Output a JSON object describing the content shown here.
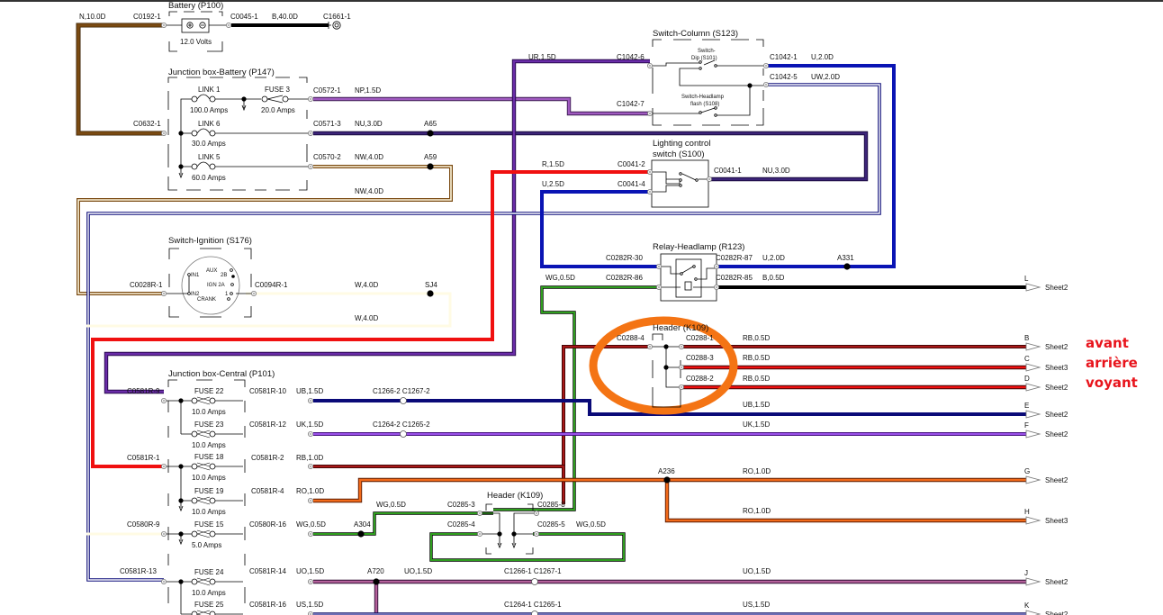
{
  "diagram": {
    "colors": {
      "brown": "#7a4a12",
      "black": "#000000",
      "purple_np": "#a05ac0",
      "navy_nu": "#2a1660",
      "tan_nw": "#8a6420",
      "red": "#f01010",
      "blue": "#0a14b4",
      "navy": "#0a0a78",
      "green": "#2e9e1e",
      "dark_red": "#8c1414",
      "violet_uk": "#9a50e8",
      "orange": "#f26a1a",
      "pink_uo": "#b4609a",
      "lavender_us": "#9090d0",
      "highlight": "#f47414",
      "annotation": "#e8141c"
    },
    "components": {
      "battery": {
        "title": "Battery (P100)",
        "voltage": "12.0 Volts",
        "plus": "+",
        "minus": "−"
      },
      "jb_battery": {
        "title": "Junction box-Battery (P147)",
        "link1": "LINK 1",
        "link1_amps": "100.0 Amps",
        "fuse3": "FUSE 3",
        "fuse3_amps": "20.0 Amps",
        "link6": "LINK 6",
        "link6_amps": "30.0 Amps",
        "link5": "LINK 5",
        "link5_amps": "60.0 Amps"
      },
      "ignition": {
        "title": "Switch-Ignition (S176)",
        "aux": "AUX",
        "in1": "IN1",
        "b2": "2B",
        "ign2a": "IGN 2A",
        "in2": "IN2",
        "one": "1",
        "crank": "CRANK"
      },
      "switch_column": {
        "title": "Switch-Column (S123)",
        "dip_line1": "Switch-",
        "dip_line2": "Dip (S101)",
        "flash_line1": "Switch-Headlamp",
        "flash_line2": "flash (S108)"
      },
      "lighting": {
        "title_line1": "Lighting control",
        "title_line2": "switch (S100)"
      },
      "relay": {
        "title": "Relay-Headlamp (R123)"
      },
      "header_top": {
        "title": "Header (K109)"
      },
      "header_bottom": {
        "title": "Header (K109)"
      },
      "jb_central": {
        "title": "Junction box-Central (P101)",
        "fuses": [
          {
            "name": "FUSE 22",
            "amps": "10.0 Amps"
          },
          {
            "name": "FUSE 23",
            "amps": "10.0 Amps"
          },
          {
            "name": "FUSE 18",
            "amps": "10.0 Amps"
          },
          {
            "name": "FUSE 19",
            "amps": "10.0 Amps"
          },
          {
            "name": "FUSE 15",
            "amps": "5.0 Amps"
          },
          {
            "name": "FUSE 24",
            "amps": "10.0 Amps"
          },
          {
            "name": "FUSE 25",
            "amps": ""
          }
        ]
      }
    },
    "connectors": {
      "c0192_1": "C0192-1",
      "c0045_1": "C0045-1",
      "c1661_1": "C1661-1",
      "c0632_1": "C0632-1",
      "c0572_1": "C0572-1",
      "c0571_3": "C0571-3",
      "c0570_2": "C0570-2",
      "c0028r_1": "C0028R-1",
      "c0094r_1": "C0094R-1",
      "c1042_6": "C1042-6",
      "c1042_7": "C1042-7",
      "c1042_1": "C1042-1",
      "c1042_5": "C1042-5",
      "c0041_2": "C0041-2",
      "c0041_4": "C0041-4",
      "c0041_1": "C0041-1",
      "c0282r_30": "C0282R-30",
      "c0282r_86": "C0282R-86",
      "c0282r_87": "C0282R-87",
      "c0282r_85": "C0282R-85",
      "c0288_4": "C0288-4",
      "c0288_1": "C0288-1",
      "c0288_3": "C0288-3",
      "c0288_2": "C0288-2",
      "c0581r_9": "C0581R-9",
      "c0581r_10": "C0581R-10",
      "c0581r_12": "C0581R-12",
      "c0581r_1": "C0581R-1",
      "c0581r_2": "C0581R-2",
      "c0581r_4": "C0581R-4",
      "c0580r_9": "C0580R-9",
      "c0580r_16": "C0580R-16",
      "c0581r_13": "C0581R-13",
      "c0581r_14": "C0581R-14",
      "c0581r_16": "C0581R-16",
      "c1266_2": "C1266-2 C1267-2",
      "c1264_2": "C1264-2 C1265-2",
      "c1266_1": "C1266-1 C1267-1",
      "c1264_1": "C1264-1 C1265-1",
      "c0285_3": "C0285-3",
      "c0285_4": "C0285-4",
      "c0285_8": "C0285-8",
      "c0285_5": "C0285-5"
    },
    "wires": {
      "n_10": "N,10.0D",
      "b_40": "B,40.0D",
      "np_15": "NP,1.5D",
      "nu_30": "NU,3.0D",
      "nw_40": "NW,4.0D",
      "ur_15": "UR,1.5D",
      "u_20": "U,2.0D",
      "uw_20": "UW,2.0D",
      "r_15": "R,1.5D",
      "u_25": "U,2.5D",
      "w_40": "W,4.0D",
      "wg_05": "WG,0.5D",
      "b_05": "B,0.5D",
      "rb_05": "RB,0.5D",
      "ub_15": "UB,1.5D",
      "uk_15": "UK,1.5D",
      "rb_10": "RB,1.0D",
      "ro_10": "RO,1.0D",
      "uo_15": "UO,1.5D",
      "us_15": "US,1.5D"
    },
    "splices": {
      "a65": "A65",
      "a59": "A59",
      "sj4": "SJ4",
      "a331": "A331",
      "a236": "A236",
      "a304": "A304",
      "a720": "A720"
    },
    "offsheet": [
      {
        "letter": "L",
        "sheet": "Sheet2"
      },
      {
        "letter": "B",
        "sheet": "Sheet2"
      },
      {
        "letter": "C",
        "sheet": "Sheet3"
      },
      {
        "letter": "D",
        "sheet": "Sheet2"
      },
      {
        "letter": "E",
        "sheet": "Sheet2"
      },
      {
        "letter": "F",
        "sheet": "Sheet2"
      },
      {
        "letter": "G",
        "sheet": "Sheet2"
      },
      {
        "letter": "H",
        "sheet": "Sheet3"
      },
      {
        "letter": "J",
        "sheet": "Sheet2"
      },
      {
        "letter": "K",
        "sheet": "Sheet2"
      }
    ],
    "annotations": [
      "avant",
      "arrière",
      "voyant"
    ]
  }
}
